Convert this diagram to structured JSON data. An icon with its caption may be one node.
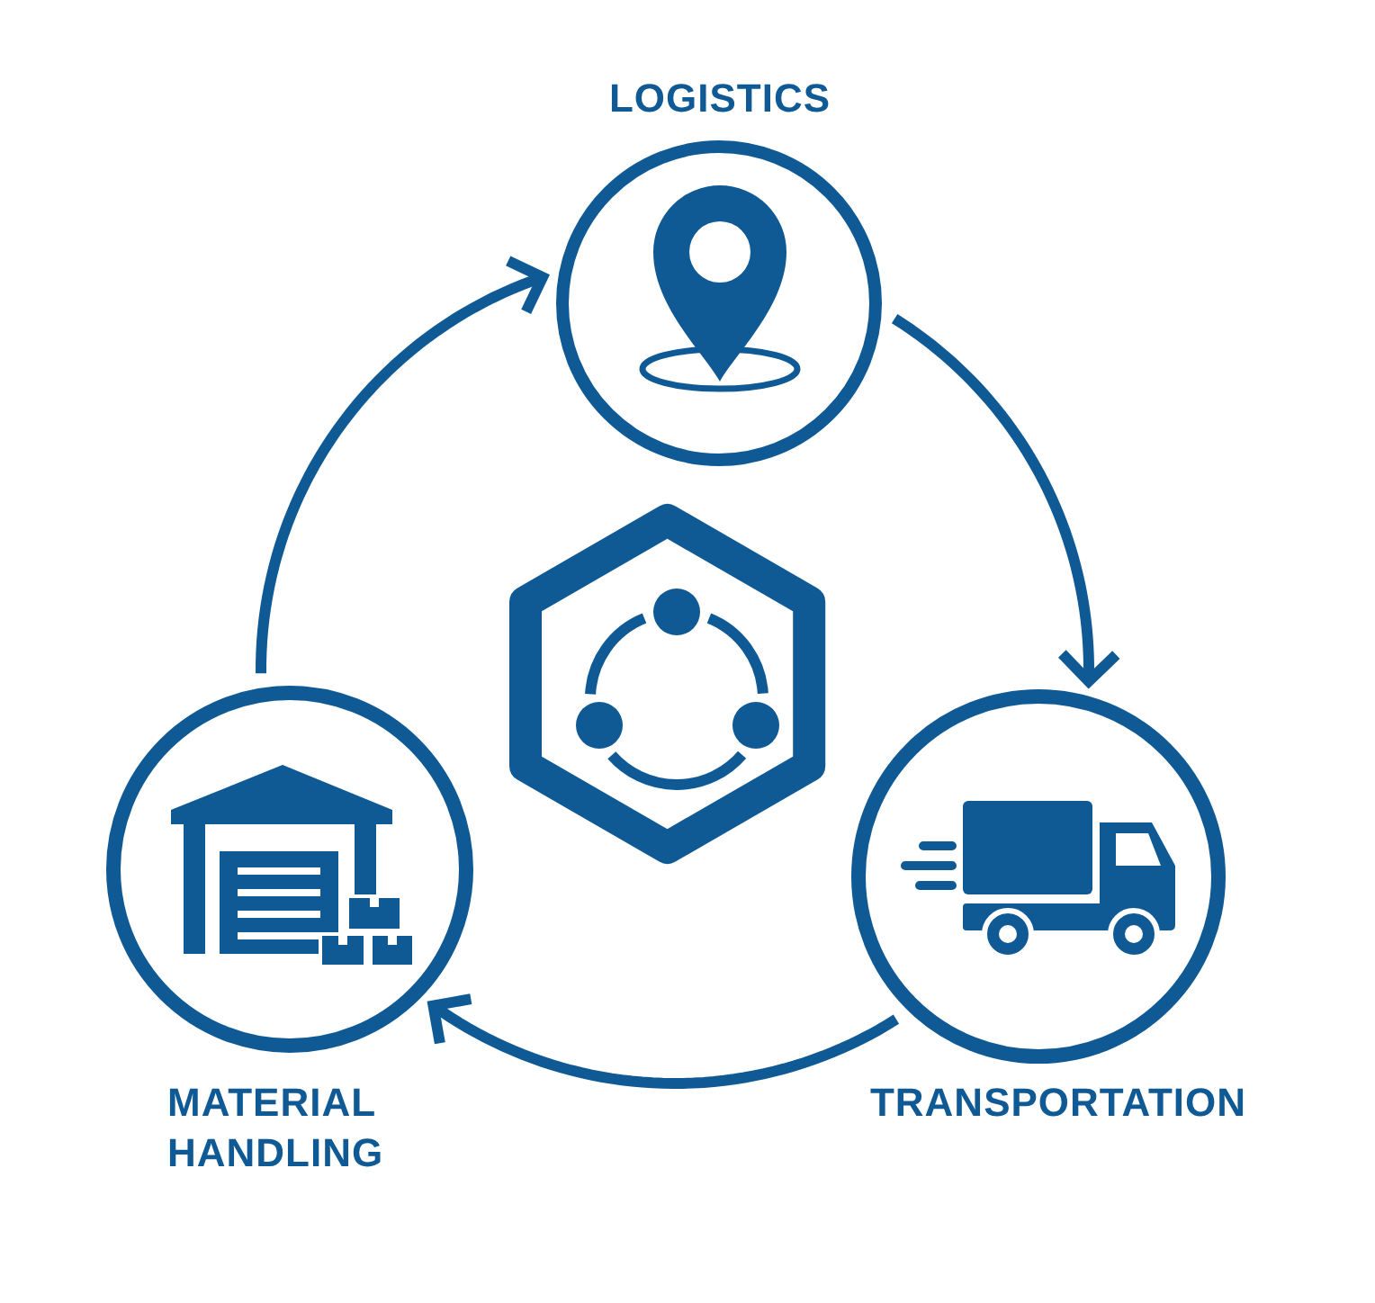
{
  "diagram": {
    "nodes": [
      {
        "text": [
          "LOGISTICS"
        ]
      },
      {
        "text": [
          "TRANSPORTATION"
        ]
      },
      {
        "text": [
          "MATERIAL HANDLING"
        ]
      },
      {
        "text": [],
        "shape": "hexagon"
      }
    ],
    "edges": [
      {
        "from": 2,
        "to": 0,
        "arrow": "to"
      },
      {
        "from": 0,
        "to": 1,
        "arrow": "to"
      },
      {
        "from": 1,
        "to": 2,
        "arrow": "to"
      }
    ]
  }
}
